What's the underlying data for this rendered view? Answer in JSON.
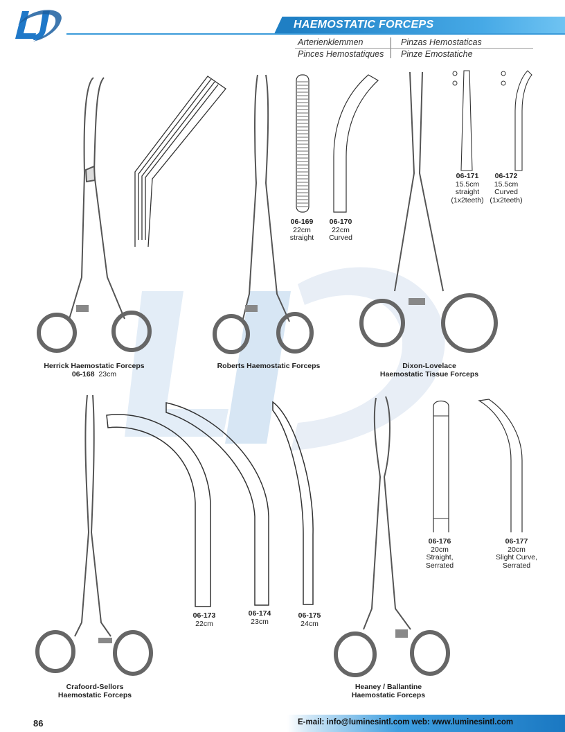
{
  "brand": {
    "logo_text": "LI"
  },
  "header": {
    "title": "HAEMOSTATIC FORCEPS",
    "translations": {
      "de": "Arterienklemmen",
      "es": "Pinzas Hemostaticas",
      "fr": "Pinces Hemostatiques",
      "it": "Pinze Emostatiche"
    }
  },
  "products": [
    {
      "code": "06-169",
      "size": "22cm",
      "desc": "straight"
    },
    {
      "code": "06-170",
      "size": "22cm",
      "desc": "Curved"
    },
    {
      "code": "06-171",
      "size": "15.5cm",
      "desc": "straight",
      "desc2": "(1x2teeth)"
    },
    {
      "code": "06-172",
      "size": "15.5cm",
      "desc": "Curved",
      "desc2": "(1x2teeth)"
    },
    {
      "code": "06-173",
      "size": "22cm"
    },
    {
      "code": "06-174",
      "size": "23cm"
    },
    {
      "code": "06-175",
      "size": "24cm"
    },
    {
      "code": "06-176",
      "size": "20cm",
      "desc": "Straight,",
      "desc2": "Serrated"
    },
    {
      "code": "06-177",
      "size": "20cm",
      "desc": "Slight Curve,",
      "desc2": "Serrated"
    }
  ],
  "captions": {
    "herrick": {
      "name": "Herrick Haemostatic Forceps",
      "code": "06-168",
      "size": "23cm"
    },
    "roberts": {
      "name": "Roberts Haemostatic Forceps"
    },
    "dixon": {
      "line1": "Dixon-Lovelace",
      "line2": "Haemostatic Tissue Forceps"
    },
    "crafoord": {
      "line1": "Crafoord-Sellors",
      "line2": "Haemostatic Forceps"
    },
    "heaney": {
      "line1": "Heaney / Ballantine",
      "line2": "Haemostatic Forceps"
    }
  },
  "footer": {
    "page_number": "86",
    "contact": "E-mail: info@luminesintl.com  web: www.luminesintl.com"
  },
  "colors": {
    "accent": "#1f7fc4",
    "accent_light": "#6fc3f2",
    "watermark": "#dde9f5"
  }
}
